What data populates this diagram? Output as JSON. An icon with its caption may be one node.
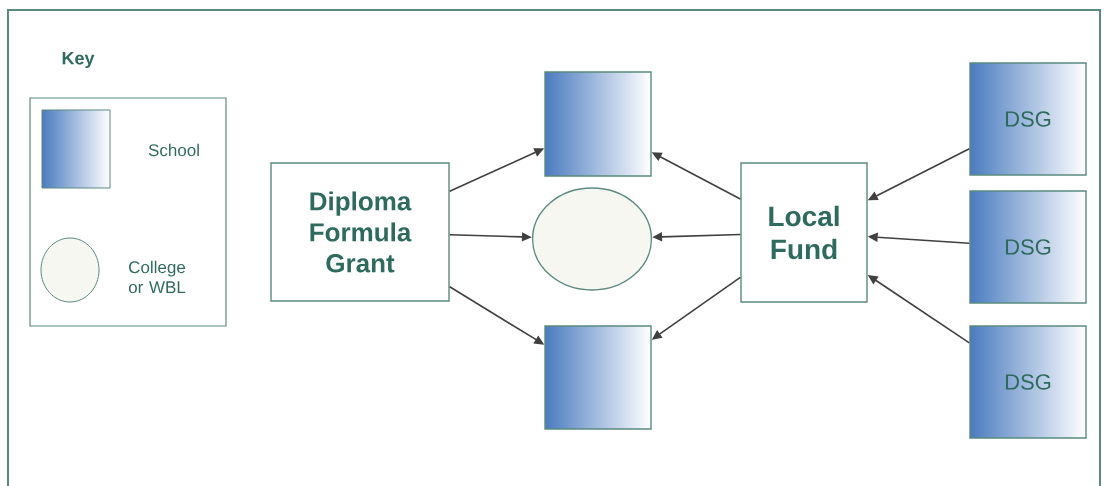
{
  "diagram": {
    "nodes": [
      {
        "text": [
          "Diploma Formula Grant"
        ]
      },
      {
        "text": [],
        "shape": "box"
      },
      {
        "text": [],
        "shape": "circle"
      },
      {
        "text": [],
        "shape": "box"
      },
      {
        "text": [
          "Local Fund"
        ]
      },
      {
        "text": [
          "DSG"
        ]
      },
      {
        "text": [
          "DSG"
        ]
      },
      {
        "text": [
          "DSG"
        ]
      }
    ],
    "edges": [
      {
        "from": 0,
        "to": 1,
        "arrow": "to"
      },
      {
        "from": 0,
        "to": 2,
        "arrow": "to"
      },
      {
        "from": 0,
        "to": 3,
        "arrow": "to"
      },
      {
        "from": 4,
        "to": 1,
        "arrow": "to"
      },
      {
        "from": 4,
        "to": 2,
        "arrow": "to"
      },
      {
        "from": 4,
        "to": 3,
        "arrow": "to"
      },
      {
        "from": 5,
        "to": 4,
        "arrow": "to"
      },
      {
        "from": 6,
        "to": 4,
        "arrow": "to"
      },
      {
        "from": 7,
        "to": 4,
        "arrow": "to"
      }
    ],
    "labels": [
      "Key"
    ],
    "legend": [
      {
        "text": "School"
      },
      {
        "text": "College or WBL"
      }
    ]
  }
}
